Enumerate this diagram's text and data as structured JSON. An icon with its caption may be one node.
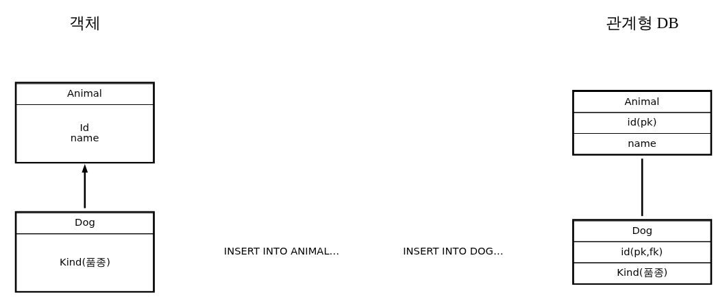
{
  "diagram": {
    "nodes": [
      {
        "text": [
          "Animal",
          "Id name"
        ]
      },
      {
        "text": [
          "Dog",
          "Kind(품종)"
        ]
      },
      {
        "text": [
          "Animal",
          "id(pk)",
          "name"
        ]
      },
      {
        "text": [
          "Dog",
          "id(pk,fk)",
          "Kind(품종)"
        ]
      }
    ],
    "edges": [
      {
        "from": 1,
        "to": 0,
        "arrow": "to"
      },
      {
        "from": 2,
        "to": 3,
        "arrow": "none"
      }
    ],
    "labels": [
      "객체",
      "관계형 DB",
      "INSERT INTO ANIMAL…",
      "INSERT INTO DOG…"
    ]
  }
}
